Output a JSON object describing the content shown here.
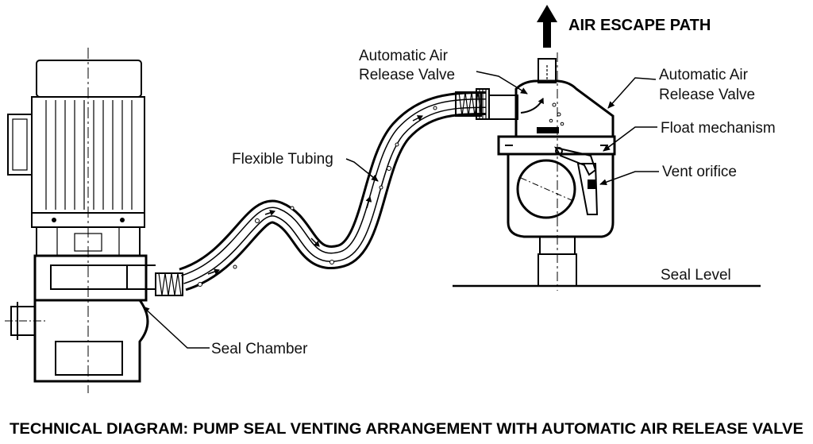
{
  "labels": {
    "air_escape_path": "AIR ESCAPE PATH",
    "air_release_valve_left_line1": "Automatic Air",
    "air_release_valve_left_line2": "Release Valve",
    "air_release_valve_right_line1": "Automatic Air",
    "air_release_valve_right_line2": "Release Valve",
    "float_mechanism": "Float mechanism",
    "vent_orifice": "Vent orifice",
    "flexible_tubing": "Flexible Tubing",
    "seal_level": "Seal Level",
    "seal_chamber": "Seal Chamber"
  },
  "caption": "TECHNICAL DIAGRAM: PUMP SEAL VENTING ARRANGEMENT WITH AUTOMATIC AIR RELEASE VALVE",
  "icons": {
    "air_escape_arrow": "arrow-up-icon"
  }
}
